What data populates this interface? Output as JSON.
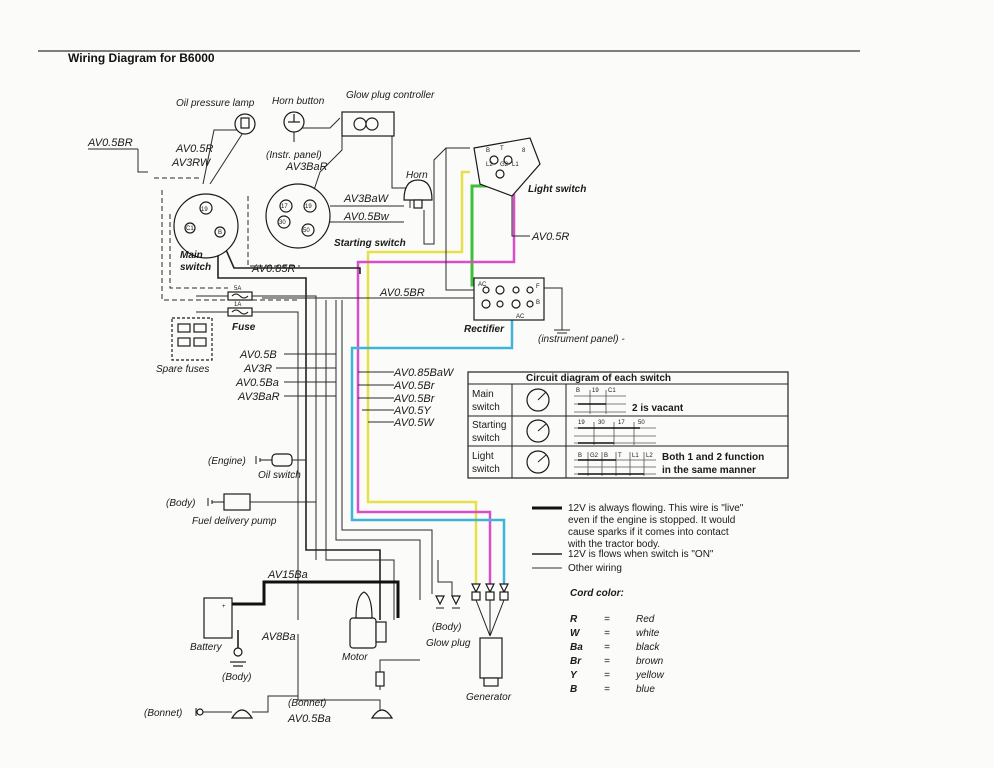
{
  "title": "Wiring Diagram for B6000",
  "components": {
    "oil_pressure_lamp": "Oil pressure lamp",
    "horn_button": "Horn button",
    "glow_plug_controller": "Glow plug controller",
    "instr_panel": "(Instr. panel)",
    "horn": "Horn",
    "light_switch": "Light switch",
    "main_switch_l1": "Main",
    "main_switch_l2": "switch",
    "starting_switch": "Starting switch",
    "rectifier": "Rectifier",
    "instrument_panel": "(instrument panel) -",
    "fuse": "Fuse",
    "spare_fuses": "Spare fuses",
    "engine": "(Engine)",
    "oil_switch": "Oil switch",
    "body_fuel": "(Body)",
    "fuel_delivery_pump": "Fuel delivery pump",
    "battery": "Battery",
    "body_battery": "(Body)",
    "motor": "Motor",
    "body_glow": "(Body)",
    "glow_plug": "Glow plug",
    "generator": "Generator",
    "bonnet_left": "(Bonnet)",
    "bonnet_mid": "(Bonnet)"
  },
  "wire_codes": {
    "av05br_left": "AV0.5BR",
    "av05r": "AV0.5R",
    "av3rw": "AV3RW",
    "av3bar": "AV3BaR",
    "av3baw": "AV3BaW",
    "av05bw": "AV0.5Bw",
    "av05r_right": "AV0.5R",
    "av085r": "AV0.85R",
    "av05br_mid": "AV0.5BR",
    "av05b": "AV0.5B",
    "av3r": "AV3R",
    "av05ba": "AV0.5Ba",
    "av3bar2": "AV3BaR",
    "av085baw": "AV0.85BaW",
    "av05br_a": "AV0.5Br",
    "av05br_b": "AV0.5Br",
    "av05y": "AV0.5Y",
    "av05w": "AV0.5W",
    "av15ba": "AV15Ba",
    "av8ba": "AV8Ba",
    "av05ba_bottom": "AV0.5Ba"
  },
  "fuse_ratings": {
    "top": "5A",
    "bottom": "1A"
  },
  "terminals": {
    "main": [
      "19",
      "C1",
      "B"
    ],
    "starting": [
      "17",
      "19",
      "30",
      "50"
    ],
    "light": [
      "8",
      "B",
      "T",
      "L2",
      "G2",
      "L1"
    ],
    "rectifier": [
      "AC",
      "F",
      "B",
      "AC"
    ]
  },
  "circuit_table": {
    "title": "Circuit diagram of each switch",
    "rows": [
      {
        "name_l1": "Main",
        "name_l2": "switch",
        "note": "2 is vacant",
        "terms": [
          "B",
          "19",
          "C1"
        ]
      },
      {
        "name_l1": "Starting",
        "name_l2": "switch",
        "note": "",
        "terms": [
          "19",
          "30",
          "17",
          "50"
        ]
      },
      {
        "name_l1": "Light",
        "name_l2": "switch",
        "note_l1": "Both 1 and 2 function",
        "note_l2": "in the same manner",
        "terms": [
          "B",
          "G2",
          "B",
          "T",
          "L1",
          "L2"
        ]
      }
    ]
  },
  "legend": {
    "live_l1": "12V is always flowing. This wire is \"live\"",
    "live_l2": "even if the engine is stopped. It would",
    "live_l3": "cause sparks if it comes into contact",
    "live_l4": "with the tractor body.",
    "switched": "12V is flows when switch is \"ON\"",
    "other": "Other wiring"
  },
  "cord_color": {
    "title": "Cord color:",
    "items": [
      {
        "code": "R",
        "eq": "=",
        "name": "Red"
      },
      {
        "code": "W",
        "eq": "=",
        "name": "white"
      },
      {
        "code": "Ba",
        "eq": "=",
        "name": "black"
      },
      {
        "code": "Br",
        "eq": "=",
        "name": "brown"
      },
      {
        "code": "Y",
        "eq": "=",
        "name": "yellow"
      },
      {
        "code": "B",
        "eq": "=",
        "name": "blue"
      }
    ]
  },
  "highlight_colors": {
    "green": "#3fbf3a",
    "yellow": "#e6e04a",
    "magenta": "#d64fc8",
    "cyan": "#3fb3d9"
  }
}
